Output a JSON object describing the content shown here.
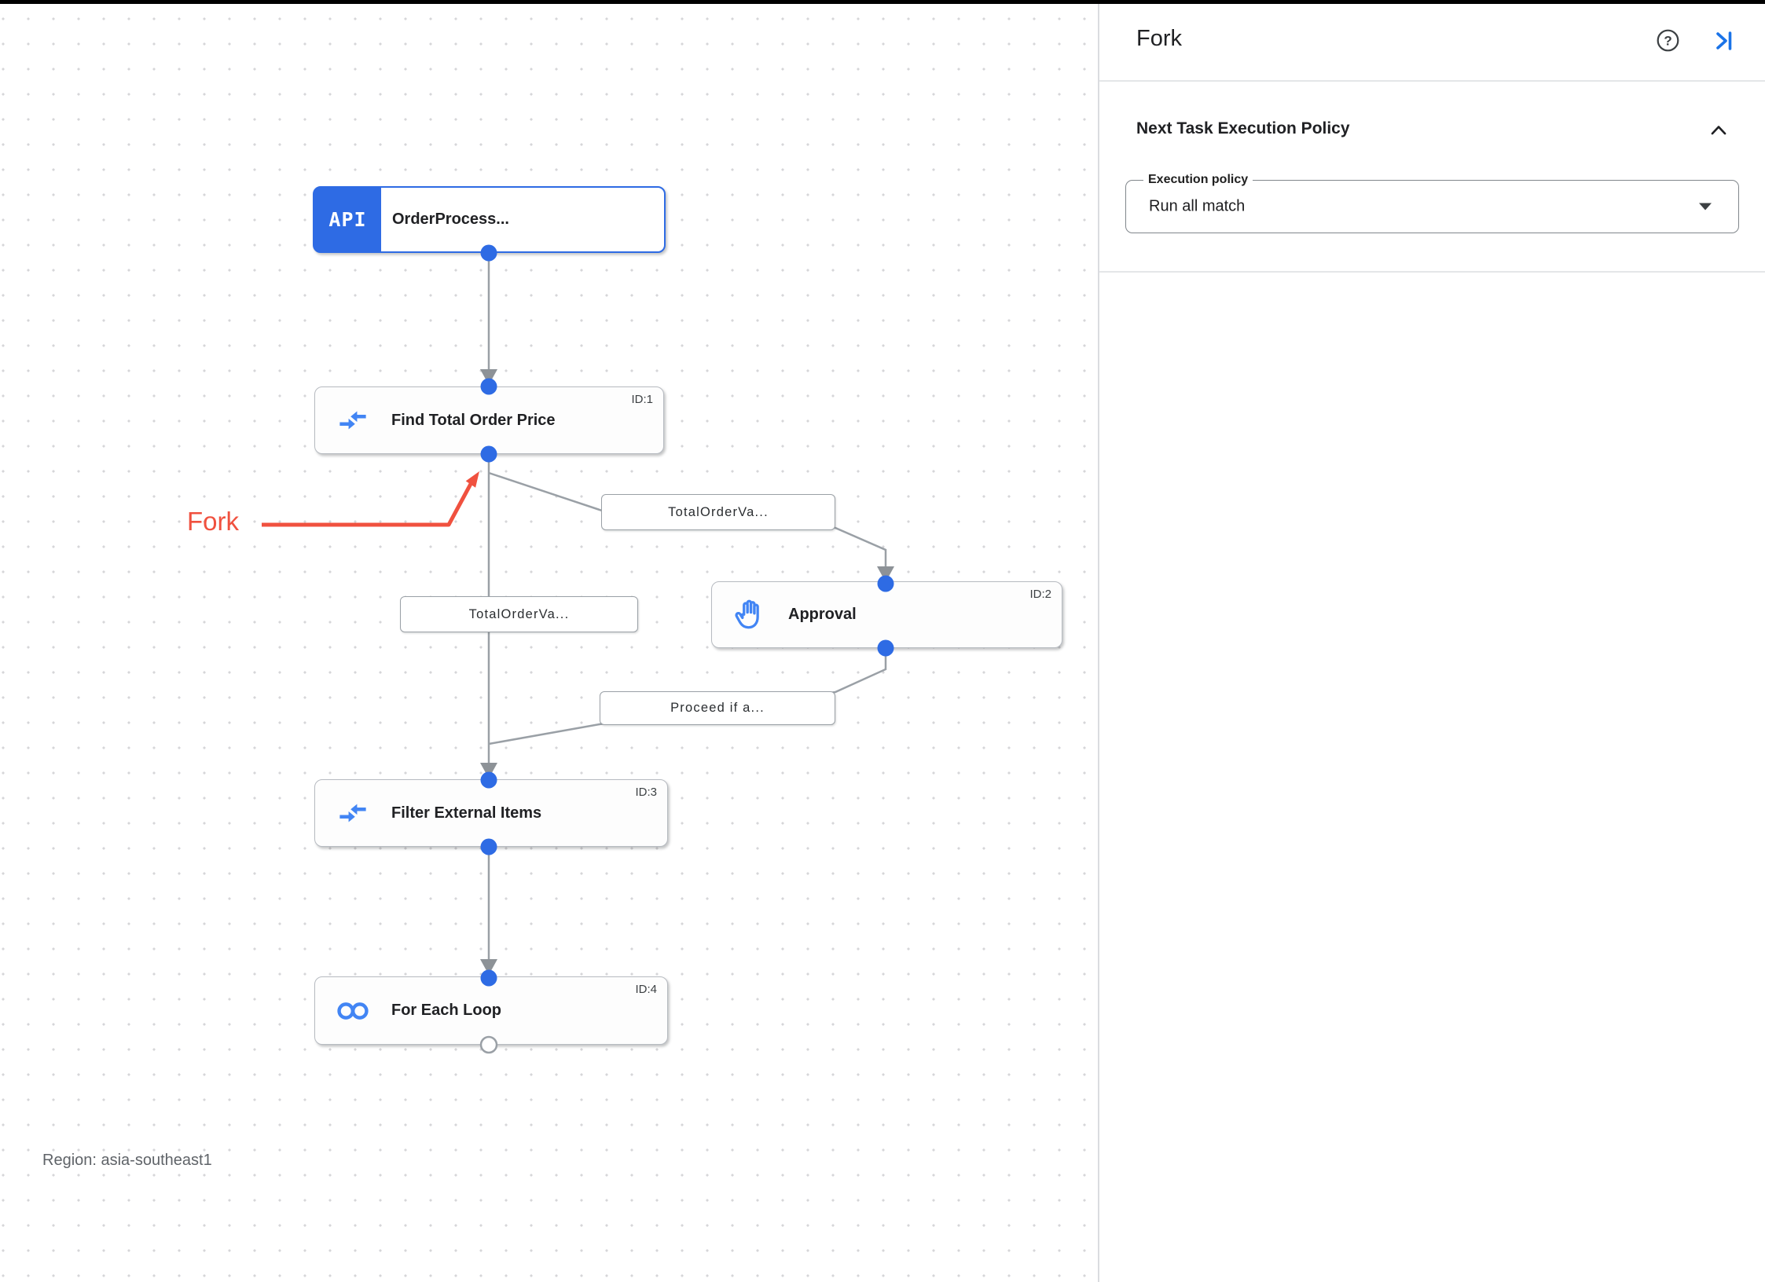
{
  "panel": {
    "title": "Fork",
    "section": {
      "title": "Next Task Execution Policy",
      "execution_policy_label": "Execution policy",
      "execution_policy_value": "Run all match"
    }
  },
  "canvas": {
    "region_label": "Region: asia-southeast1",
    "annotation": {
      "label": "Fork"
    },
    "nodes": [
      {
        "icon": "api-trigger",
        "badge": "API",
        "title": "OrderProcess...",
        "id_label": ""
      },
      {
        "icon": "data-mapping",
        "title": "Find Total Order Price",
        "id_label": "ID:1"
      },
      {
        "icon": "approval-hand",
        "title": "Approval",
        "id_label": "ID:2"
      },
      {
        "icon": "data-mapping",
        "title": "Filter External Items",
        "id_label": "ID:3"
      },
      {
        "icon": "for-each-loop",
        "title": "For Each Loop",
        "id_label": "ID:4"
      }
    ],
    "edge_labels": {
      "to_approval": "TotalOrderVa...",
      "to_filter": "TotalOrderVa...",
      "from_approval": "Proceed if a..."
    },
    "colors": {
      "accent_blue": "#2e6be4",
      "icon_blue": "#4285f4",
      "edge_gray": "#9aa0a6",
      "annotation_red": "#f0513f"
    }
  }
}
